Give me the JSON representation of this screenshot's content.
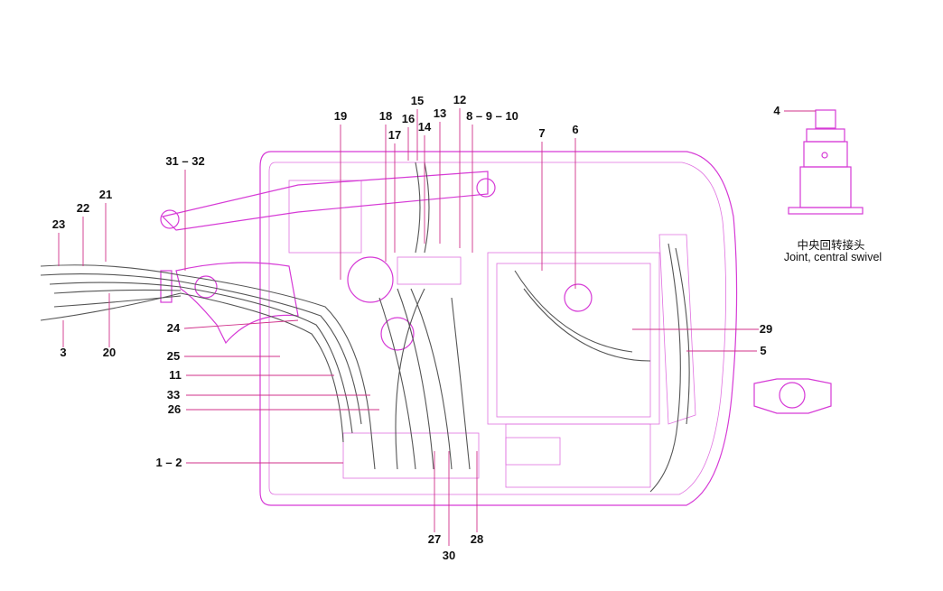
{
  "diagram": {
    "part_labels": [
      "19",
      "18",
      "16",
      "15",
      "14",
      "13",
      "12",
      "8 – 9 – 10",
      "7",
      "6",
      "17",
      "31 – 32",
      "21",
      "22",
      "23",
      "3",
      "20",
      "24",
      "25",
      "11",
      "33",
      "26",
      "1 – 2",
      "27",
      "30",
      "28",
      "29",
      "5",
      "4"
    ],
    "inset": {
      "caption_cn": "中央回转接头",
      "caption_en": "Joint, central swivel"
    },
    "colors": {
      "outline": "#d63ad6",
      "leader": "#d0308a",
      "hose": "#555555",
      "text": "#111111"
    }
  }
}
